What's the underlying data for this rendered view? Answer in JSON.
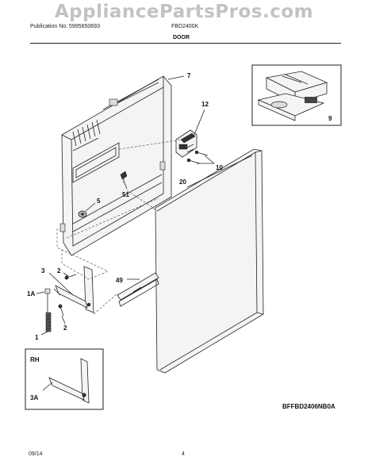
{
  "watermark": "AppliancePartsPros.com",
  "header": {
    "publication": "Publication No: 5995650693",
    "model": "FBD2400K",
    "section_title": "DOOR"
  },
  "footer": {
    "date": "09/14",
    "page": "4",
    "diagram_code": "BFFBD2406NB0A"
  },
  "callouts": {
    "c7": "7",
    "c12": "12",
    "c9": "9",
    "c10": "10",
    "c20": "20",
    "c51": "51",
    "c5": "5",
    "c2a": "2",
    "c3": "3",
    "c1a": "1A",
    "c49": "49",
    "c2b": "2",
    "c1": "1",
    "rh": "RH",
    "c3a": "3A"
  }
}
